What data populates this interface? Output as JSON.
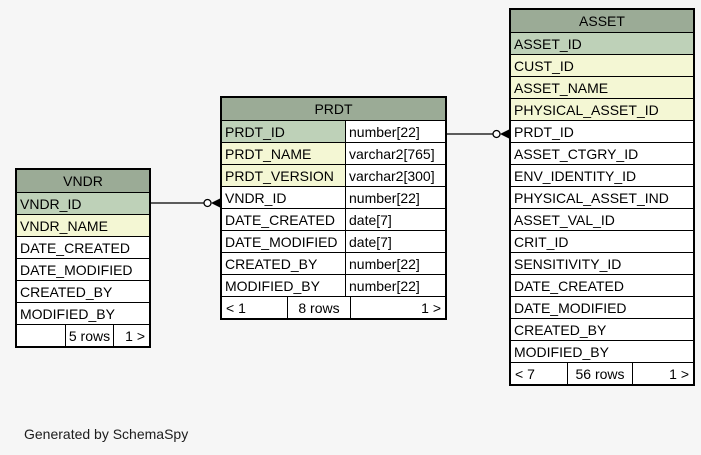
{
  "page": {
    "footer_note": "Generated by SchemaSpy"
  },
  "colors": {
    "background": "#f6f6f6",
    "table_header_bg": "#9bab96",
    "primary_key_bg": "#bed1b8",
    "indexed_column_bg": "#f4f7d4",
    "row_bg": "#ffffff",
    "border": "#000000"
  },
  "tables": [
    {
      "title": "VNDR",
      "columns": [
        {
          "name": "VNDR_ID",
          "kind": "primary-key"
        },
        {
          "name": "VNDR_NAME",
          "kind": "indexed"
        },
        {
          "name": "DATE_CREATED",
          "kind": "plain"
        },
        {
          "name": "DATE_MODIFIED",
          "kind": "plain"
        },
        {
          "name": "CREATED_BY",
          "kind": "plain"
        },
        {
          "name": "MODIFIED_BY",
          "kind": "plain"
        }
      ],
      "footer": {
        "left": "",
        "center": "5 rows",
        "right": "1 >"
      }
    },
    {
      "title": "PRDT",
      "columns": [
        {
          "name": "PRDT_ID",
          "type": "number[22]",
          "kind": "primary-key"
        },
        {
          "name": "PRDT_NAME",
          "type": "varchar2[765]",
          "kind": "indexed"
        },
        {
          "name": "PRDT_VERSION",
          "type": "varchar2[300]",
          "kind": "indexed"
        },
        {
          "name": "VNDR_ID",
          "type": "number[22]",
          "kind": "plain"
        },
        {
          "name": "DATE_CREATED",
          "type": "date[7]",
          "kind": "plain"
        },
        {
          "name": "DATE_MODIFIED",
          "type": "date[7]",
          "kind": "plain"
        },
        {
          "name": "CREATED_BY",
          "type": "number[22]",
          "kind": "plain"
        },
        {
          "name": "MODIFIED_BY",
          "type": "number[22]",
          "kind": "plain"
        }
      ],
      "footer": {
        "left": "< 1",
        "center": "8 rows",
        "right": "1 >"
      }
    },
    {
      "title": "ASSET",
      "columns": [
        {
          "name": "ASSET_ID",
          "kind": "primary-key"
        },
        {
          "name": "CUST_ID",
          "kind": "indexed"
        },
        {
          "name": "ASSET_NAME",
          "kind": "indexed"
        },
        {
          "name": "PHYSICAL_ASSET_ID",
          "kind": "indexed"
        },
        {
          "name": "PRDT_ID",
          "kind": "plain"
        },
        {
          "name": "ASSET_CTGRY_ID",
          "kind": "plain"
        },
        {
          "name": "ENV_IDENTITY_ID",
          "kind": "plain"
        },
        {
          "name": "PHYSICAL_ASSET_IND",
          "kind": "plain"
        },
        {
          "name": "ASSET_VAL_ID",
          "kind": "plain"
        },
        {
          "name": "CRIT_ID",
          "kind": "plain"
        },
        {
          "name": "SENSITIVITY_ID",
          "kind": "plain"
        },
        {
          "name": "DATE_CREATED",
          "kind": "plain"
        },
        {
          "name": "DATE_MODIFIED",
          "kind": "plain"
        },
        {
          "name": "CREATED_BY",
          "kind": "plain"
        },
        {
          "name": "MODIFIED_BY",
          "kind": "plain"
        }
      ],
      "footer": {
        "left": "< 7",
        "center": "56 rows",
        "right": "1 >"
      }
    }
  ],
  "relationships": [
    {
      "from": "VNDR.VNDR_ID",
      "to": "PRDT.VNDR_ID",
      "end_glyph": "open-dot-arrow"
    },
    {
      "from": "PRDT.PRDT_ID",
      "to": "ASSET.PRDT_ID",
      "end_glyph": "open-dot-arrow"
    }
  ]
}
